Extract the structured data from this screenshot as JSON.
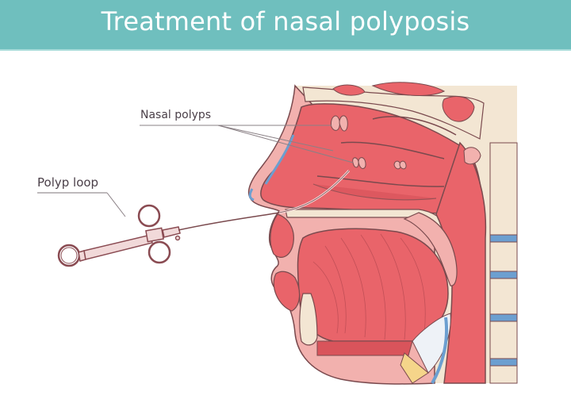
{
  "header": {
    "title": "Treatment of nasal polyposis",
    "background": "#6fbfbe",
    "text_color": "#ffffff"
  },
  "labels": {
    "nasal_polyps": "Nasal polyps",
    "polyp_loop": "Polyp loop"
  },
  "colors": {
    "soft_tissue": "#e9646a",
    "mucosa_light": "#f2b1ae",
    "bone": "#f3e6d3",
    "outline": "#7a4a4e",
    "cartilage_blue": "#6c9fd0",
    "fat_yellow": "#f5d58a",
    "instrument_fill": "#f1d9d9",
    "instrument_outline": "#8a4b52"
  }
}
